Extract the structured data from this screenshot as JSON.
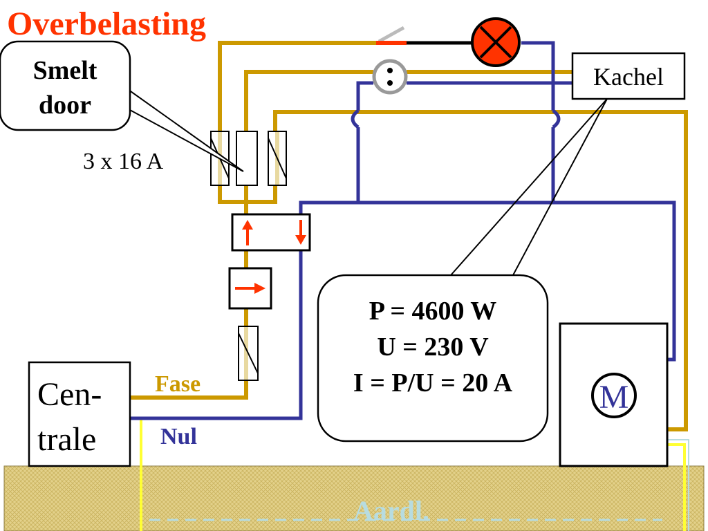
{
  "title": "Overbelasting",
  "callout_smelt": {
    "line1": "Smelt",
    "line2": "door"
  },
  "fuse_rating": "3 x 16 A",
  "kachel_label": "Kachel",
  "calc_box": {
    "line1": "P = 4600 W",
    "line2": "U = 230 V",
    "line3": "I = P/U = 20 A"
  },
  "centrale": {
    "line1": "Cen-",
    "line2": "trale"
  },
  "fase_label": "Fase",
  "nul_label": "Nul",
  "motor_label": "M",
  "aarde_label": "Aardl.",
  "colors": {
    "title": "#ff3300",
    "fase": "#cc9900",
    "nul": "#333399",
    "aarde": "#ffff33",
    "arrow": "#ff3300",
    "lamp": "#ff3300",
    "ground_fill": "#e6d48a"
  }
}
